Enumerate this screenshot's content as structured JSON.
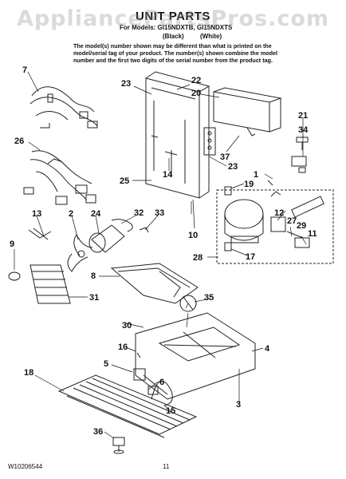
{
  "watermark": "AppliancePartsPros.com",
  "title": "UNIT PARTS",
  "models_line": "For Models: GI15NDXTB, GI15NDXTS",
  "variant_black": "(Black)",
  "variant_white": "(White)",
  "note": "The model(s) number shown may be different than what is printed on the model/serial tag of your product. The number(s) shown combine the model number and the first two digits of the serial number from the product tag.",
  "callouts": [
    "1",
    "2",
    "3",
    "4",
    "5",
    "6",
    "7",
    "8",
    "9",
    "10",
    "11",
    "12",
    "13",
    "14",
    "15",
    "16",
    "17",
    "18",
    "19",
    "20",
    "21",
    "22",
    "23",
    "23",
    "24",
    "25",
    "26",
    "27",
    "28",
    "29",
    "30",
    "31",
    "32",
    "33",
    "34",
    "35",
    "36",
    "37"
  ],
  "footer_doc": "W10206544",
  "footer_page": "11"
}
